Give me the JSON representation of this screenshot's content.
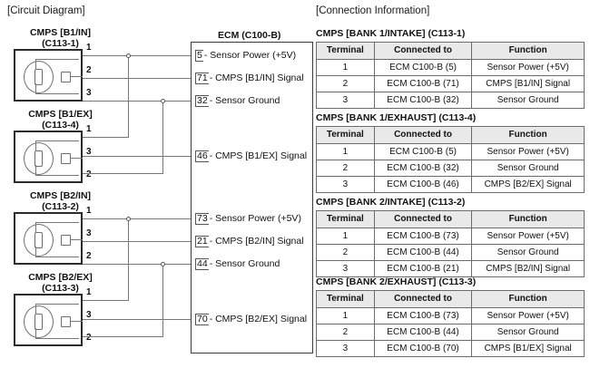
{
  "sections": {
    "circuit_title": "[Circuit Diagram]",
    "info_title": "[Connection Information]"
  },
  "ecm": {
    "title": "ECM (C100-B)",
    "pins": [
      {
        "number": "5",
        "label": "- Sensor Power (+5V)"
      },
      {
        "number": "71",
        "label": "- CMPS [B1/IN] Signal"
      },
      {
        "number": "32",
        "label": "- Sensor Ground"
      },
      {
        "number": "46",
        "label": "- CMPS [B1/EX] Signal"
      },
      {
        "number": "73",
        "label": "- Sensor Power (+5V)"
      },
      {
        "number": "21",
        "label": "- CMPS [B2/IN] Signal"
      },
      {
        "number": "44",
        "label": "- Sensor Ground"
      },
      {
        "number": "70",
        "label": "- CMPS [B2/EX] Signal"
      }
    ]
  },
  "connectors": [
    {
      "name": "CMPS [B1/IN]",
      "code": "(C113-1)",
      "pins": [
        "1",
        "2",
        "3"
      ]
    },
    {
      "name": "CMPS [B1/EX]",
      "code": "(C113-4)",
      "pins": [
        "1",
        "3",
        "2"
      ]
    },
    {
      "name": "CMPS [B2/IN]",
      "code": "(C113-2)",
      "pins": [
        "1",
        "3",
        "2"
      ]
    },
    {
      "name": "CMPS [B2/EX]",
      "code": "(C113-3)",
      "pins": [
        "1",
        "3",
        "2"
      ]
    }
  ],
  "tables": [
    {
      "caption": "CMPS [BANK 1/INTAKE] (C113-1)",
      "headers": [
        "Terminal",
        "Connected to",
        "Function"
      ],
      "rows": [
        [
          "1",
          "ECM C100-B (5)",
          "Sensor Power (+5V)"
        ],
        [
          "2",
          "ECM C100-B (71)",
          "CMPS [B1/IN] Signal"
        ],
        [
          "3",
          "ECM C100-B (32)",
          "Sensor Ground"
        ]
      ]
    },
    {
      "caption": "CMPS [BANK 1/EXHAUST] (C113-4)",
      "headers": [
        "Terminal",
        "Connected to",
        "Function"
      ],
      "rows": [
        [
          "1",
          "ECM C100-B (5)",
          "Sensor Power (+5V)"
        ],
        [
          "2",
          "ECM C100-B (32)",
          "Sensor Ground"
        ],
        [
          "3",
          "ECM C100-B (46)",
          "CMPS [B2/EX] Signal"
        ]
      ]
    },
    {
      "caption": "CMPS [BANK 2/INTAKE] (C113-2)",
      "headers": [
        "Terminal",
        "Connected to",
        "Function"
      ],
      "rows": [
        [
          "1",
          "ECM C100-B (73)",
          "Sensor Power (+5V)"
        ],
        [
          "2",
          "ECM C100-B (44)",
          "Sensor Ground"
        ],
        [
          "3",
          "ECM C100-B (21)",
          "CMPS [B2/IN] Signal"
        ]
      ]
    },
    {
      "caption": "CMPS [BANK 2/EXHAUST] (C113-3)",
      "headers": [
        "Terminal",
        "Connected to",
        "Function"
      ],
      "rows": [
        [
          "1",
          "ECM C100-B (73)",
          "Sensor Power (+5V)"
        ],
        [
          "2",
          "ECM C100-B (44)",
          "Sensor Ground"
        ],
        [
          "3",
          "ECM C100-B (70)",
          "CMPS [B1/EX] Signal"
        ]
      ]
    }
  ],
  "colors": {
    "wire": "#777777",
    "connector_border": "#2b2b2b",
    "table_border": "#6b6b6b",
    "header_fill": "#e9e9e9"
  }
}
